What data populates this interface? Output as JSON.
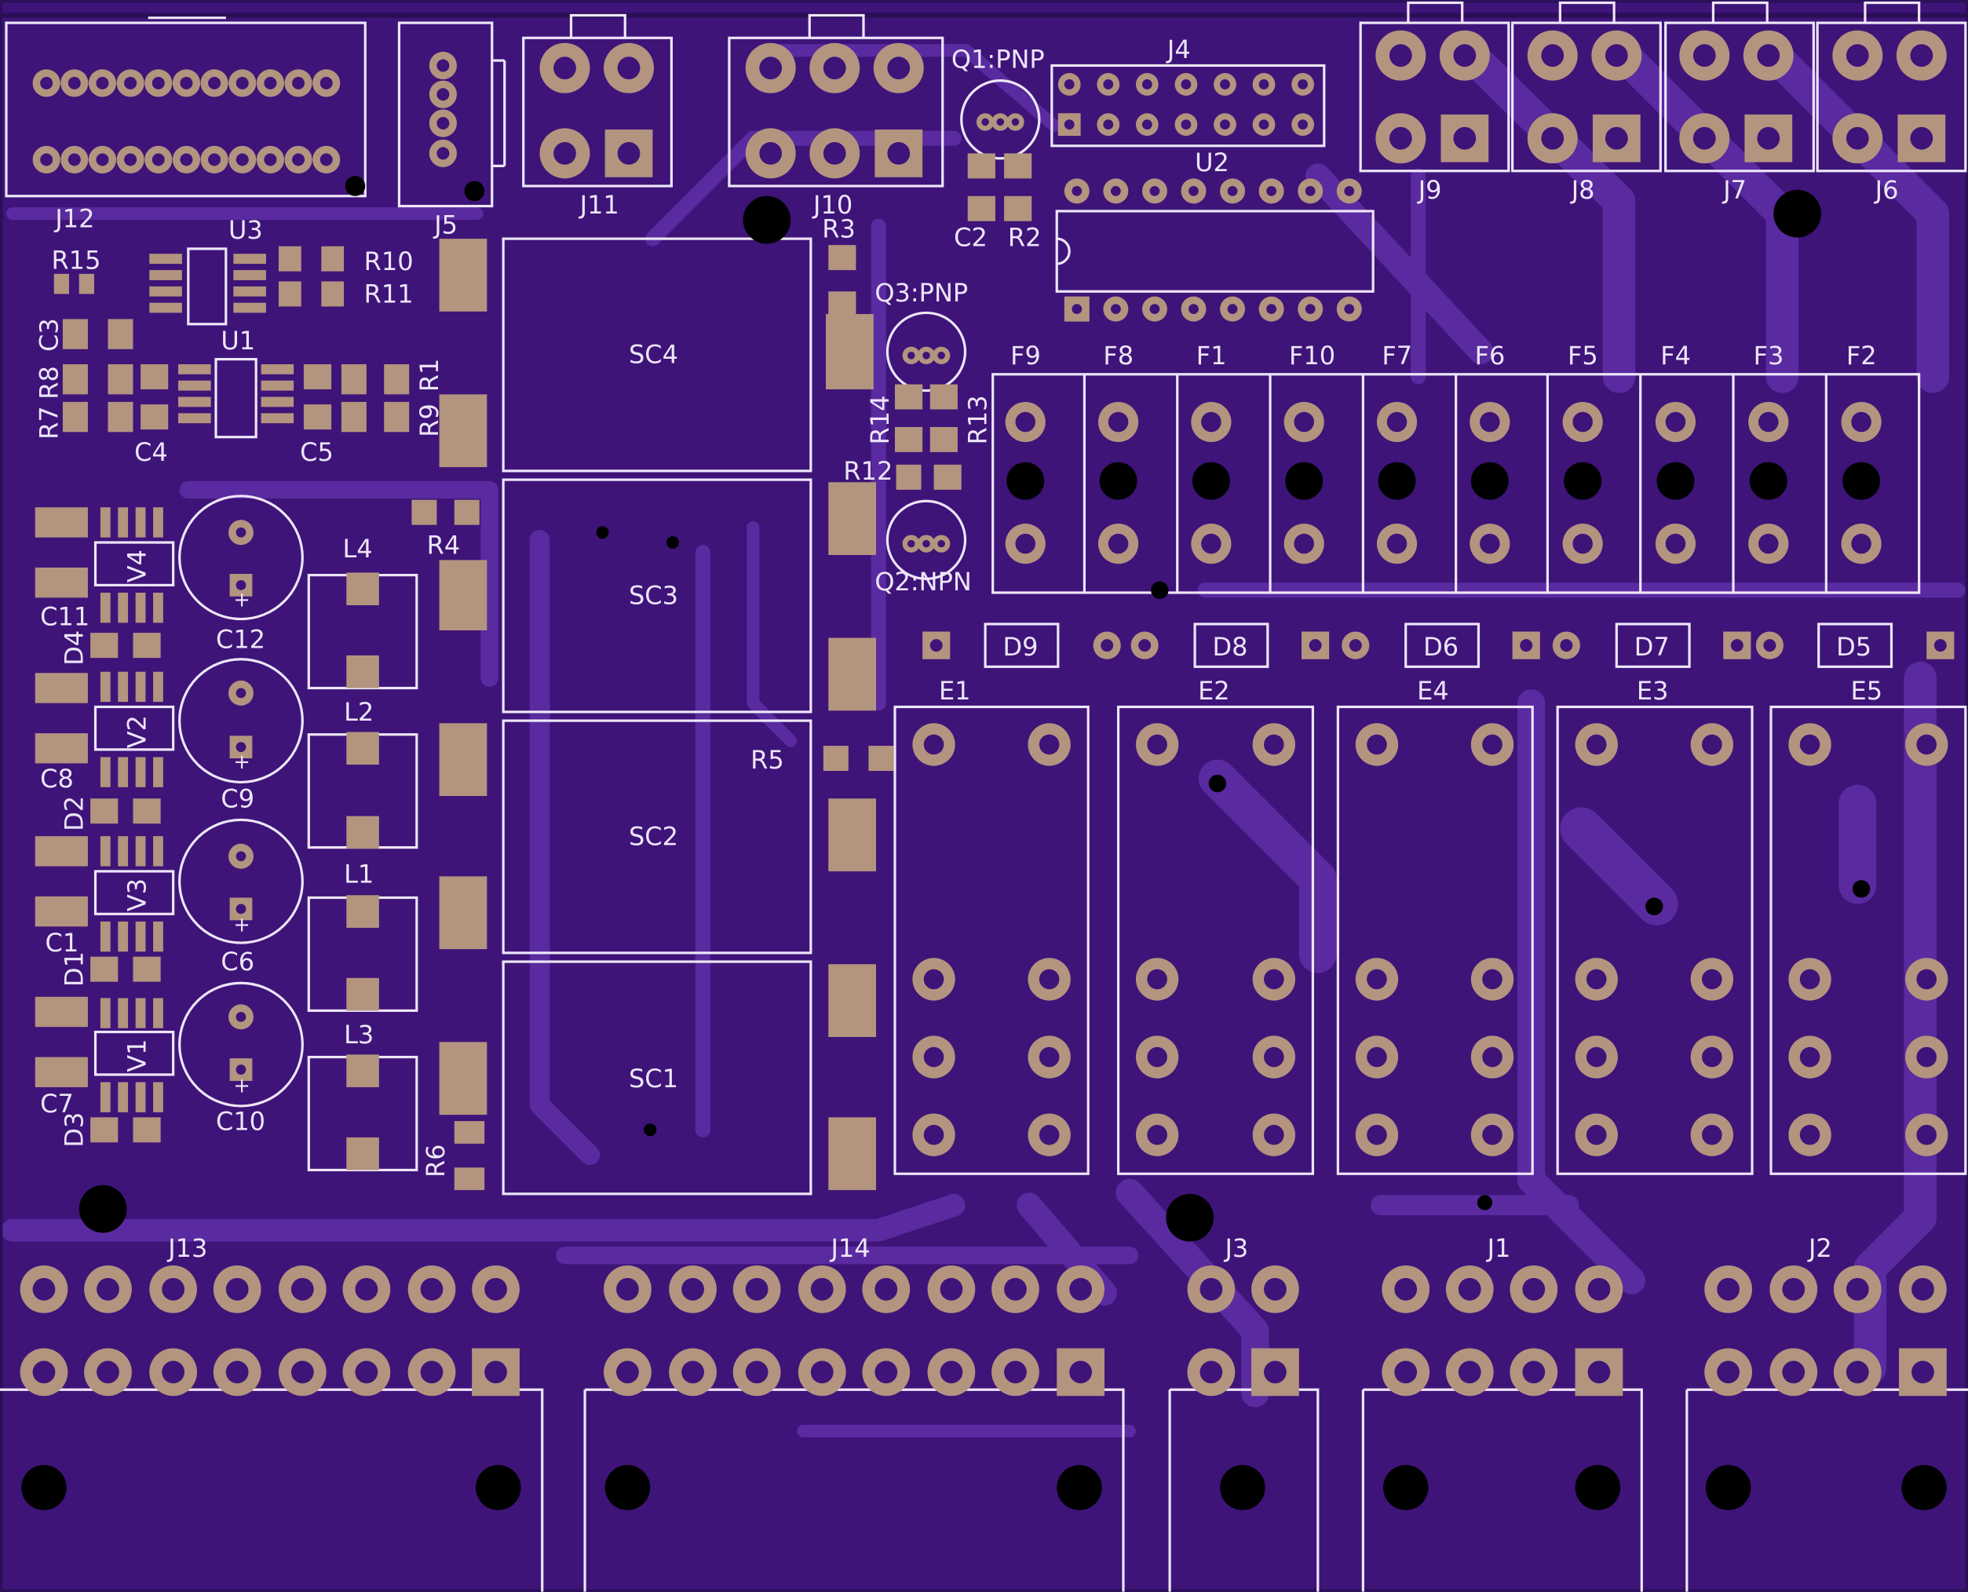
{
  "board": {
    "colors": {
      "substrate": "#4a1b8c",
      "copper_pour": "#3e1479",
      "trace": "#5a2aa0",
      "silkscreen": "#ede5f8",
      "pad": "#b3947f",
      "drill": "#000000"
    },
    "connectors": {
      "j12": "J12",
      "j5": "J5",
      "j11": "J11",
      "j10": "J10",
      "j4": "J4",
      "j9": "J9",
      "j8": "J8",
      "j7": "J7",
      "j6": "J6",
      "j13": "J13",
      "j14": "J14",
      "j3": "J3",
      "j1": "J1",
      "j2": "J2"
    },
    "ics": {
      "u1": "U1",
      "u2": "U2",
      "u3": "U3"
    },
    "transistors": {
      "q1": "Q1:PNP",
      "q2": "Q2:NPN",
      "q3": "Q3:PNP"
    },
    "resistors": {
      "r1": "R1",
      "r2": "R2",
      "r3": "R3",
      "r4": "R4",
      "r5": "R5",
      "r6": "R6",
      "r7": "R7",
      "r8": "R8",
      "r9": "R9",
      "r10": "R10",
      "r11": "R11",
      "r12": "R12",
      "r13": "R13",
      "r14": "R14",
      "r15": "R15"
    },
    "capacitors": {
      "c1": "C1",
      "c2": "C2",
      "c3": "C3",
      "c4": "C4",
      "c5": "C5",
      "c6": "C6",
      "c7": "C7",
      "c8": "C8",
      "c9": "C9",
      "c10": "C10",
      "c11": "C11",
      "c12": "C12"
    },
    "diodes": {
      "d1": "D1",
      "d2": "D2",
      "d3": "D3",
      "d4": "D4",
      "d5": "D5",
      "d6": "D6",
      "d7": "D7",
      "d8": "D8",
      "d9": "D9"
    },
    "regulators": {
      "v1": "V1",
      "v2": "V2",
      "v3": "V3",
      "v4": "V4"
    },
    "inductors": {
      "l1": "L1",
      "l2": "L2",
      "l3": "L3",
      "l4": "L4"
    },
    "modules": {
      "sc1": "SC1",
      "sc2": "SC2",
      "sc3": "SC3",
      "sc4": "SC4"
    },
    "fuses": [
      "F9",
      "F8",
      "F1",
      "F10",
      "F7",
      "F6",
      "F5",
      "F4",
      "F3",
      "F2"
    ],
    "relays": [
      "E1",
      "E2",
      "E4",
      "E3",
      "E5"
    ],
    "polarity_mark": "+"
  }
}
